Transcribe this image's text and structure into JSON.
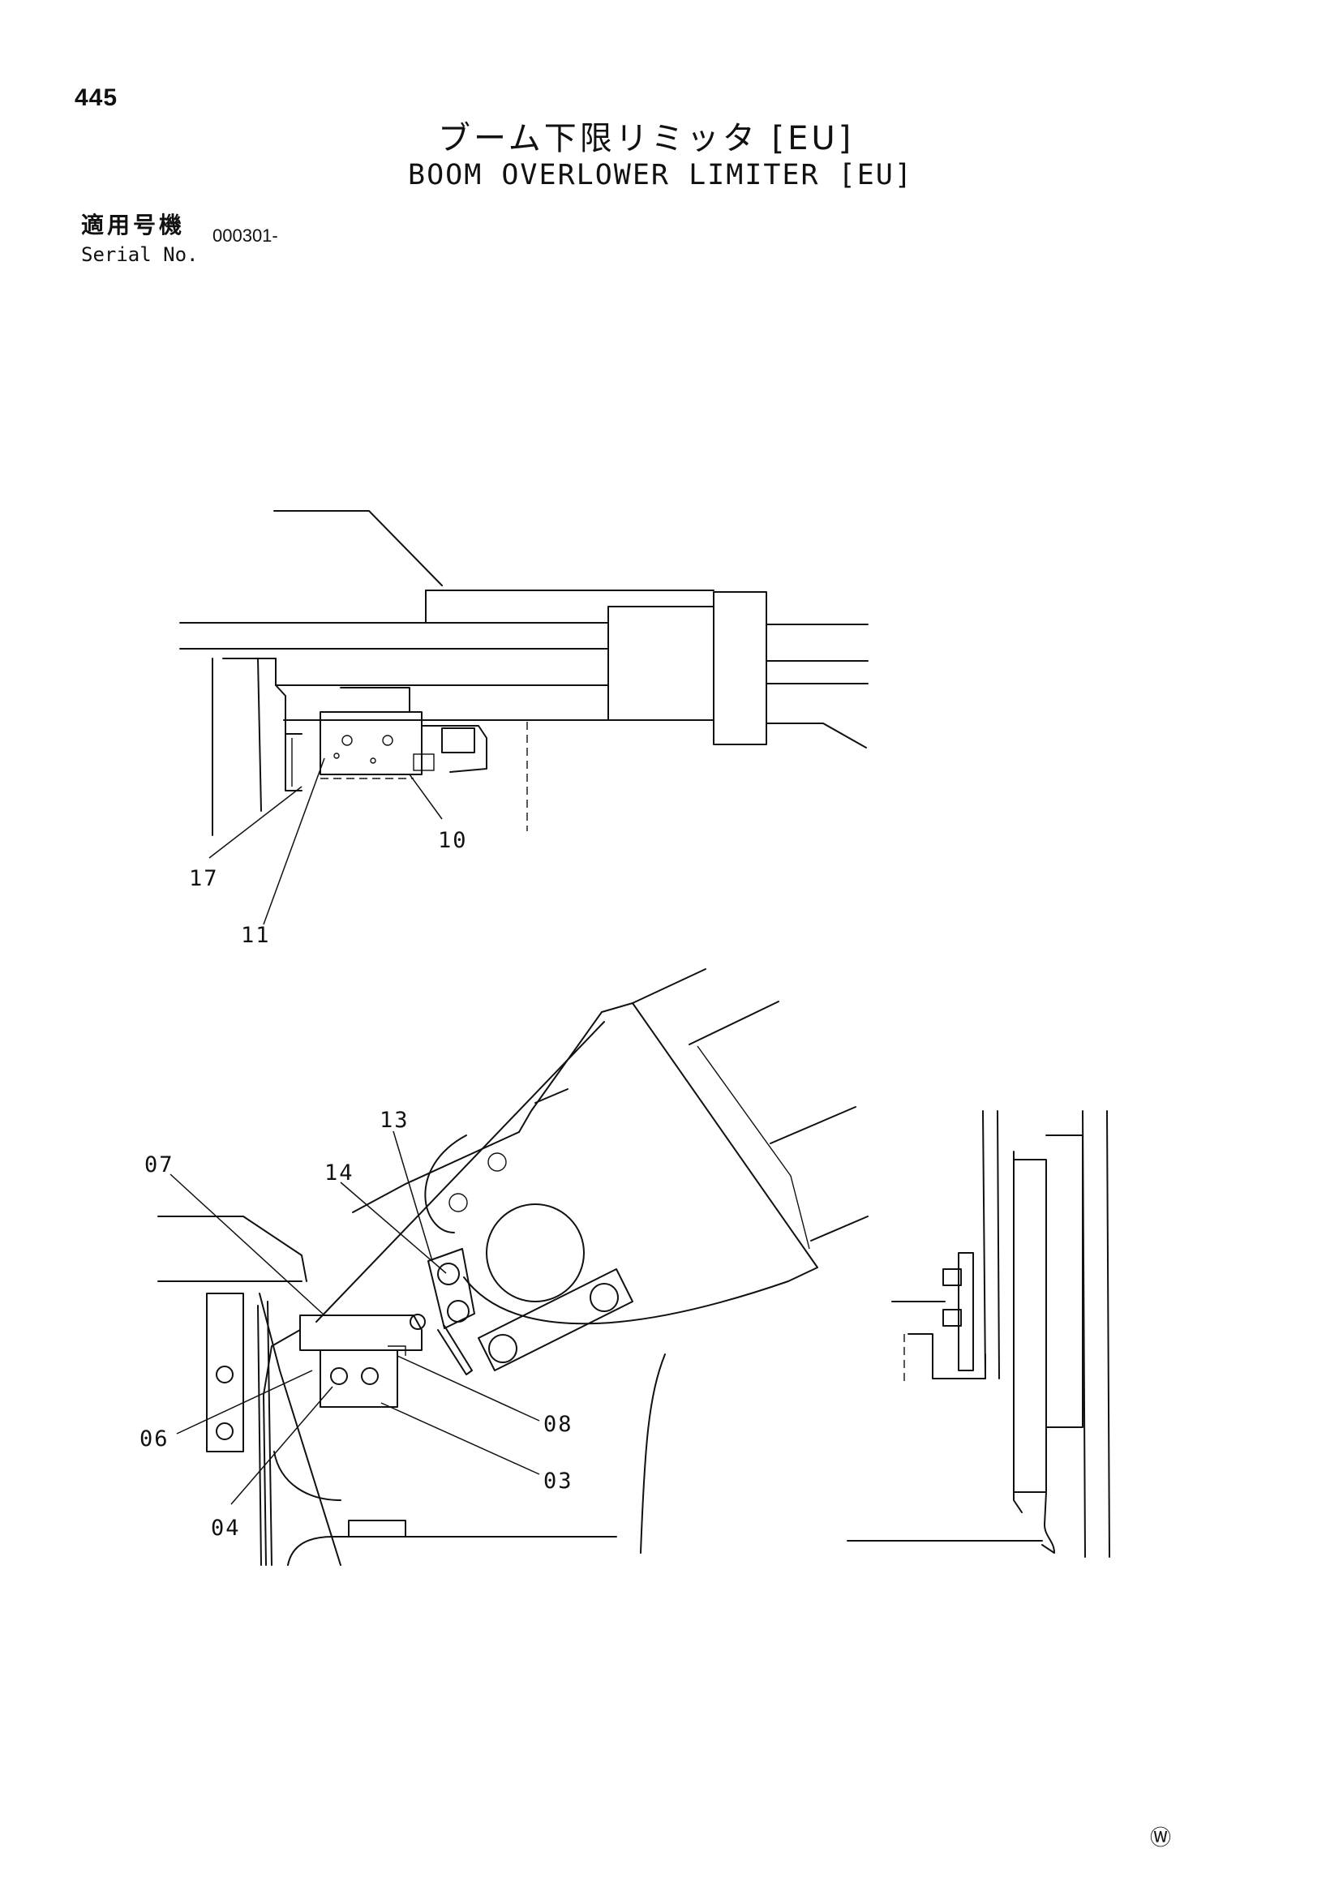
{
  "page": {
    "number": "445",
    "title_jp": "ブーム下限リミッタ [EU]",
    "title_en": "BOOM OVERLOWER LIMITER [EU]",
    "serial_label_jp": "適用号機",
    "serial_label_en": "Serial No.",
    "serial_value": "000301-",
    "corner_mark": "Ⓦ"
  },
  "callouts": {
    "p17": "17",
    "p11": "11",
    "p10": "10",
    "p13": "13",
    "p14": "14",
    "p07": "07",
    "p06": "06",
    "p04": "04",
    "p03": "03",
    "p08": "08"
  }
}
